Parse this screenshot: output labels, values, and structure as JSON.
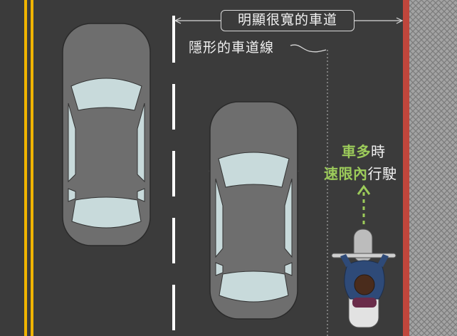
{
  "labels": {
    "lane_width": "明顯很寬的車道",
    "hidden_line": "隱形的車道線",
    "advice_line1_bold": "車多",
    "advice_line1_normal": "時",
    "advice_line2_bold": "速限內",
    "advice_line2_normal": "行駛"
  },
  "colors": {
    "road": "#3b3b3b",
    "center_line": "#f0b400",
    "curb": "#c0463c",
    "sidewalk": "#9a9a9a",
    "car_body": "#6e6e6e",
    "car_glass": "#c8dadb",
    "accent_green": "#9ccb5a",
    "rider_jacket": "#2e4a78"
  }
}
